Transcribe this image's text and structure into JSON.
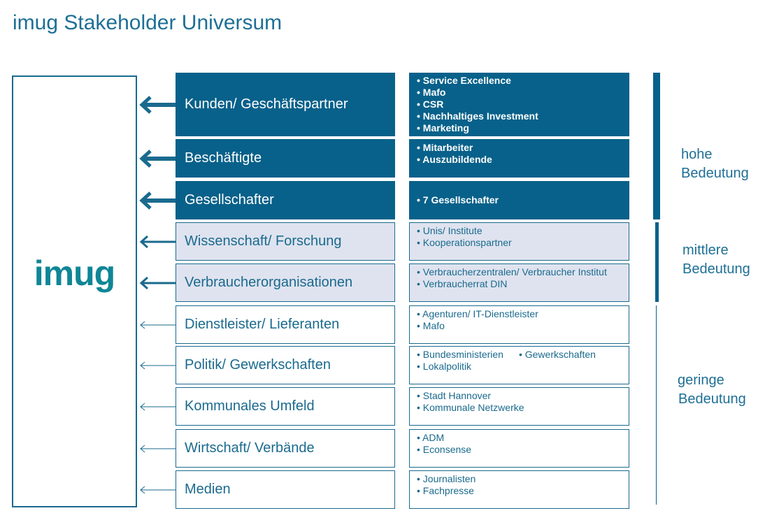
{
  "title": "imug Stakeholder Universum",
  "logo": "imug",
  "stakeholders": [
    {
      "name": "Kunden/ Geschäftspartner",
      "level": "high",
      "items": [
        [
          "Service Excellence"
        ],
        [
          "Mafo"
        ],
        [
          "CSR"
        ],
        [
          "Nachhaltiges Investment"
        ],
        [
          "Marketing"
        ]
      ]
    },
    {
      "name": "Beschäftigte",
      "level": "high",
      "items": [
        [
          "Mitarbeiter"
        ],
        [
          "Auszubildende"
        ]
      ]
    },
    {
      "name": "Gesellschafter",
      "level": "high",
      "items": [
        [
          "7 Gesellschafter"
        ]
      ]
    },
    {
      "name": "Wissenschaft/ Forschung",
      "level": "mid",
      "items": [
        [
          "Unis/ Institute"
        ],
        [
          "Kooperationspartner"
        ]
      ]
    },
    {
      "name": "Verbraucherorganisationen",
      "level": "mid",
      "items": [
        [
          "Verbraucherzentralen/ Verbraucher Institut"
        ],
        [
          "Verbraucherrat DIN"
        ]
      ]
    },
    {
      "name": "Dienstleister/ Lieferanten",
      "level": "low",
      "items": [
        [
          "Agenturen/ IT-Dienstleister"
        ],
        [
          "Mafo"
        ]
      ]
    },
    {
      "name": "Politik/ Gewerkschaften",
      "level": "low",
      "items": [
        [
          "Bundesministerien",
          "Gewerkschaften"
        ],
        [
          "Lokalpolitik"
        ]
      ]
    },
    {
      "name": "Kommunales Umfeld",
      "level": "low",
      "items": [
        [
          "Stadt Hannover"
        ],
        [
          "Kommunale Netzwerke"
        ]
      ]
    },
    {
      "name": "Wirtschaft/ Verbände",
      "level": "low",
      "items": [
        [
          "ADM"
        ],
        [
          "Econsense"
        ]
      ]
    },
    {
      "name": "Medien",
      "level": "low",
      "items": [
        [
          "Journalisten"
        ],
        [
          "Fachpresse"
        ]
      ]
    }
  ],
  "levels": {
    "high": {
      "line1": "hohe",
      "line2": "Bedeutung"
    },
    "mid": {
      "line1": "mittlere",
      "line2": "Bedeutung"
    },
    "low": {
      "line1": "geringe",
      "line2": "Bedeutung"
    }
  },
  "colors": {
    "dark": "#08618a",
    "light": "#dfe3ef",
    "text": "#1a6a8e",
    "logo": "#0f8696"
  }
}
